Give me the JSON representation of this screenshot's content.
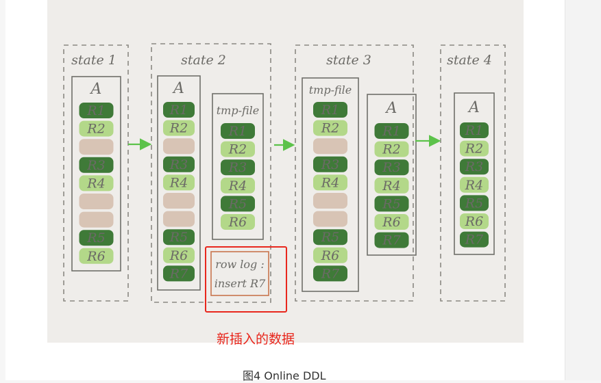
{
  "colors": {
    "dark_row": "#3f7a38",
    "light_row": "#b3d889",
    "empty_row": "#d8c4b5",
    "new_row": "#e34a1a",
    "text_light": "#ffffff",
    "text_dark": "#3f7a38",
    "arrow": "#5cc24a",
    "highlight": "#e8261c",
    "rowlog_border": "#c9744c"
  },
  "states": [
    {
      "label": "state 1",
      "tables": [
        {
          "title": "A",
          "rows": [
            {
              "label": "R1",
              "kind": "dark"
            },
            {
              "label": "R2",
              "kind": "light"
            },
            {
              "label": "",
              "kind": "empty"
            },
            {
              "label": "R3",
              "kind": "dark"
            },
            {
              "label": "R4",
              "kind": "light"
            },
            {
              "label": "",
              "kind": "empty"
            },
            {
              "label": "",
              "kind": "empty"
            },
            {
              "label": "R5",
              "kind": "dark"
            },
            {
              "label": "R6",
              "kind": "light"
            }
          ]
        }
      ]
    },
    {
      "label": "state 2",
      "tables": [
        {
          "title": "A",
          "rows": [
            {
              "label": "R1",
              "kind": "dark"
            },
            {
              "label": "R2",
              "kind": "light"
            },
            {
              "label": "",
              "kind": "empty"
            },
            {
              "label": "R3",
              "kind": "dark"
            },
            {
              "label": "R4",
              "kind": "light"
            },
            {
              "label": "",
              "kind": "empty"
            },
            {
              "label": "",
              "kind": "empty"
            },
            {
              "label": "R5",
              "kind": "dark"
            },
            {
              "label": "R6",
              "kind": "light"
            },
            {
              "label": "R7",
              "kind": "new"
            }
          ]
        },
        {
          "title": "tmp-file",
          "rows": [
            {
              "label": "R1",
              "kind": "dark"
            },
            {
              "label": "R2",
              "kind": "light"
            },
            {
              "label": "R3",
              "kind": "dark"
            },
            {
              "label": "R4",
              "kind": "light"
            },
            {
              "label": "R5",
              "kind": "dark"
            },
            {
              "label": "R6",
              "kind": "light"
            }
          ]
        }
      ],
      "row_log": {
        "line1": "row log :",
        "line2": "insert R7"
      }
    },
    {
      "label": "state 3",
      "tables": [
        {
          "title": "tmp-file",
          "rows": [
            {
              "label": "R1",
              "kind": "dark"
            },
            {
              "label": "R2",
              "kind": "light"
            },
            {
              "label": "",
              "kind": "empty"
            },
            {
              "label": "R3",
              "kind": "dark"
            },
            {
              "label": "R4",
              "kind": "light"
            },
            {
              "label": "",
              "kind": "empty"
            },
            {
              "label": "",
              "kind": "empty"
            },
            {
              "label": "R5",
              "kind": "dark"
            },
            {
              "label": "R6",
              "kind": "light"
            },
            {
              "label": "R7",
              "kind": "new"
            }
          ]
        },
        {
          "title": "A",
          "rows": [
            {
              "label": "R1",
              "kind": "dark"
            },
            {
              "label": "R2",
              "kind": "light"
            },
            {
              "label": "R3",
              "kind": "dark"
            },
            {
              "label": "R4",
              "kind": "light"
            },
            {
              "label": "R5",
              "kind": "dark"
            },
            {
              "label": "R6",
              "kind": "light"
            },
            {
              "label": "R7",
              "kind": "new"
            }
          ]
        }
      ]
    },
    {
      "label": "state 4",
      "tables": [
        {
          "title": "A",
          "rows": [
            {
              "label": "R1",
              "kind": "dark"
            },
            {
              "label": "R2",
              "kind": "light"
            },
            {
              "label": "R3",
              "kind": "dark"
            },
            {
              "label": "R4",
              "kind": "light"
            },
            {
              "label": "R5",
              "kind": "dark"
            },
            {
              "label": "R6",
              "kind": "light"
            },
            {
              "label": "R7",
              "kind": "new"
            }
          ]
        }
      ]
    }
  ],
  "highlight_label": "新插入的数据",
  "caption": "图4 Online DDL"
}
